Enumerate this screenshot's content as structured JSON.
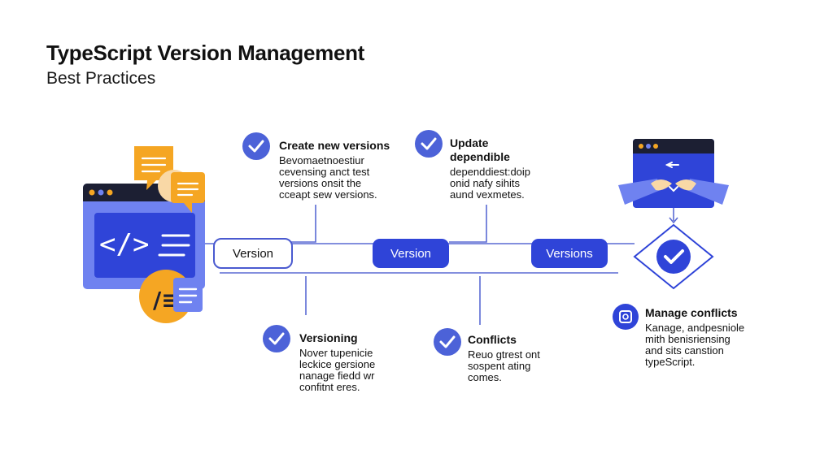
{
  "header": {
    "title": "TypeScript Version Management",
    "subtitle": "Best Practices"
  },
  "colors": {
    "primary": "#2f44d8",
    "check": "#4c62d8",
    "accent_yellow": "#f5a623",
    "line": "#5a6ad4"
  },
  "illustration": {
    "code_glyph": "</>",
    "badge_glyph": "/≡"
  },
  "timeline": {
    "pills": [
      {
        "label": "Version"
      },
      {
        "label": "Version"
      },
      {
        "label": "Versions"
      }
    ]
  },
  "steps": {
    "create": {
      "title": "Create new versions",
      "body": [
        "Bevomaetnoestiur",
        "cevensing anct test",
        "versions onsit the",
        "cceapt sew versions."
      ]
    },
    "update": {
      "title": "Update",
      "title2": "dependible",
      "body": [
        "dependdiest:doip",
        "onid nafy sihits",
        "aund vexmetes."
      ]
    },
    "versioning": {
      "title": "Versioning",
      "body": [
        "Nover tupenicie",
        "leckice gersione",
        "nanage fiedd wr",
        "confitnt eres."
      ]
    },
    "conflicts": {
      "title": "Conflicts",
      "body": [
        "Reuo gtrest ont",
        "sospent ating",
        "comes."
      ]
    },
    "manage": {
      "title": "Manage conflicts",
      "body": [
        "Kanage, andpesniole",
        "mith benisriensing",
        "and sits canstion",
        "typeScript."
      ]
    }
  }
}
